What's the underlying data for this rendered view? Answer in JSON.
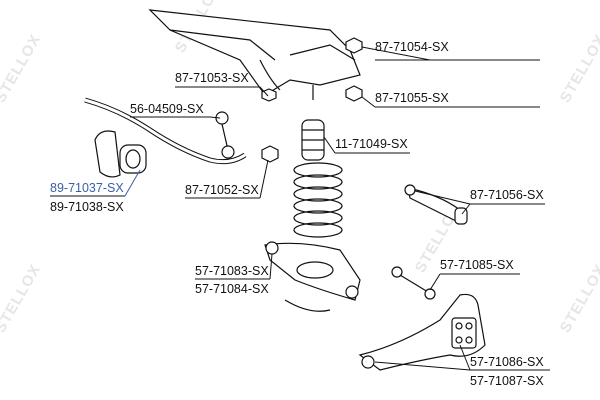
{
  "watermark": "STELLOX",
  "highlight_color": "#3a5fa8",
  "parts": [
    {
      "id": "p1",
      "number": "87-71054-SX"
    },
    {
      "id": "p2",
      "number": "87-71053-SX"
    },
    {
      "id": "p3",
      "number": "87-71055-SX"
    },
    {
      "id": "p4",
      "number": "56-04509-SX"
    },
    {
      "id": "p5",
      "number": "11-71049-SX"
    },
    {
      "id": "p6",
      "number": "89-71037-SX",
      "highlighted": true
    },
    {
      "id": "p7",
      "number": "89-71038-SX"
    },
    {
      "id": "p8",
      "number": "87-71052-SX"
    },
    {
      "id": "p9",
      "number": "87-71056-SX"
    },
    {
      "id": "p10",
      "number": "57-71083-SX"
    },
    {
      "id": "p11",
      "number": "57-71084-SX"
    },
    {
      "id": "p12",
      "number": "57-71085-SX"
    },
    {
      "id": "p13",
      "number": "57-71086-SX"
    },
    {
      "id": "p14",
      "number": "57-71087-SX"
    }
  ]
}
